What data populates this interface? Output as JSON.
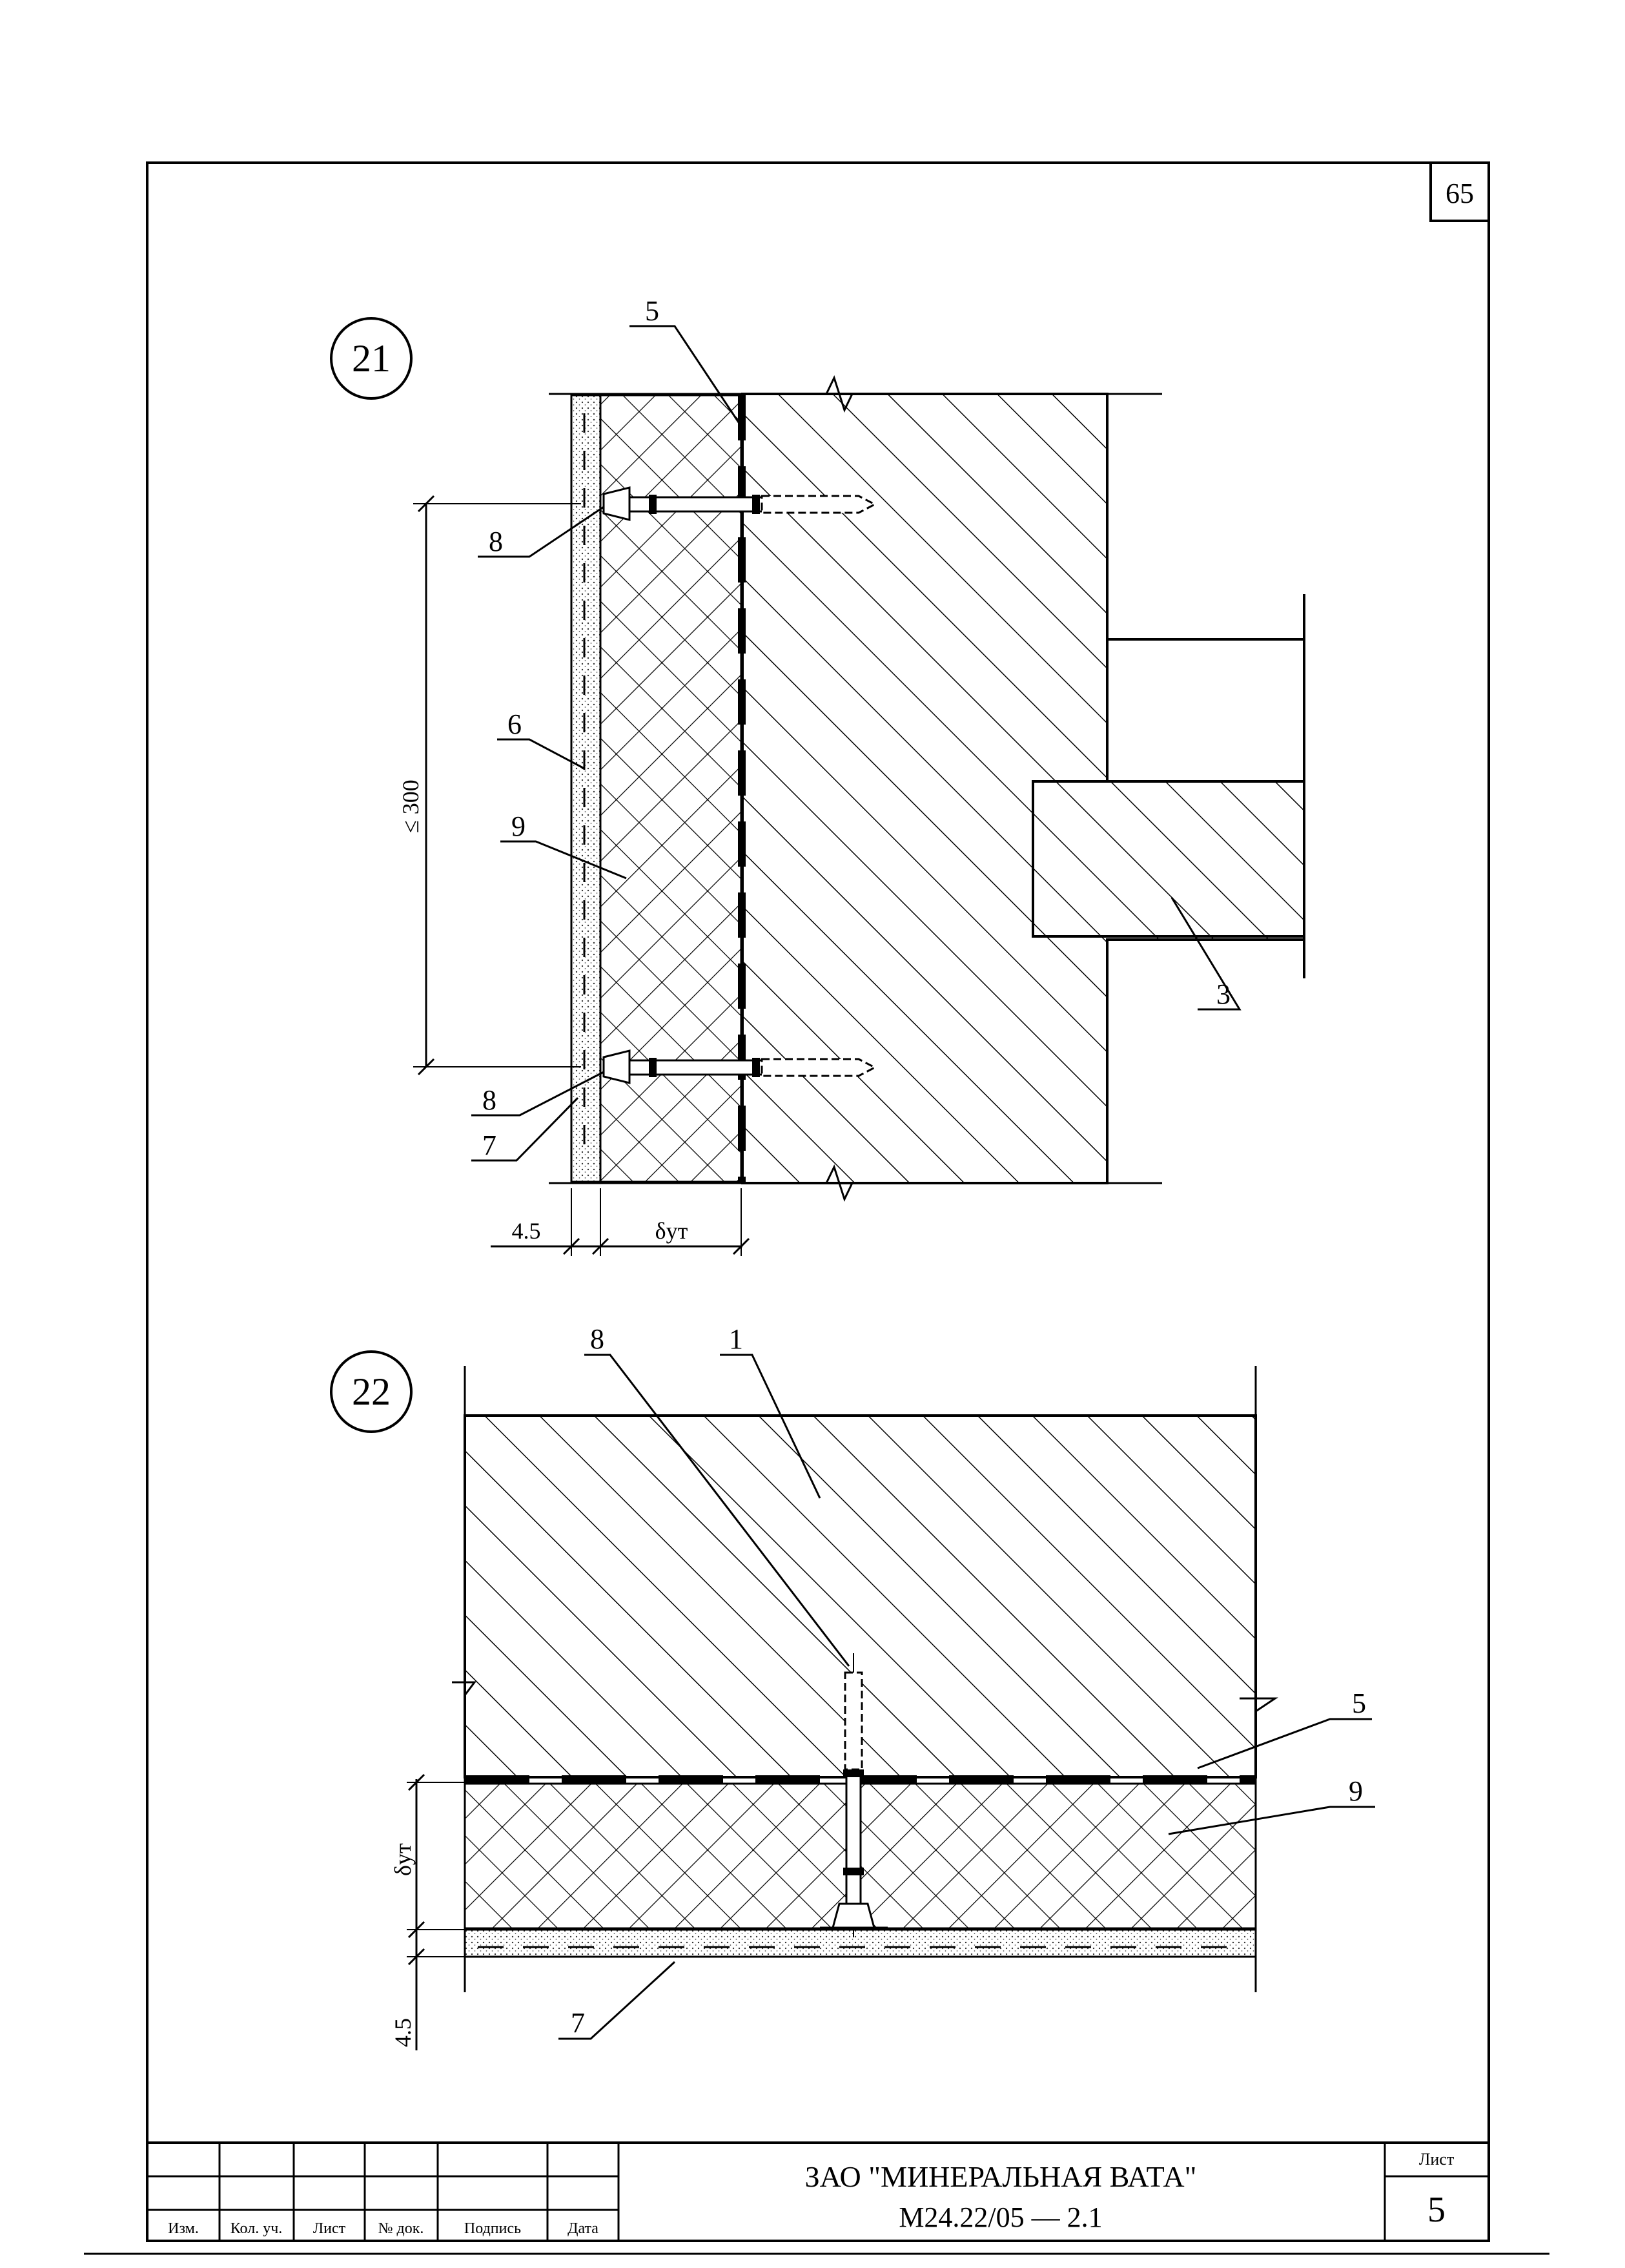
{
  "sheet": {
    "number": "65"
  },
  "details": [
    {
      "id": "21",
      "labels": {
        "membrane": "5",
        "anchor_top": "8",
        "mesh": "6",
        "insulation": "9",
        "anchor_bottom": "8",
        "render": "7",
        "slab": "3"
      },
      "dimensions": {
        "spacing": "≤ 300",
        "render_thickness": "4.5",
        "insulation_thickness": "δут"
      }
    },
    {
      "id": "22",
      "labels": {
        "anchor": "8",
        "wall": "1",
        "membrane": "5",
        "insulation": "9",
        "render": "7"
      },
      "dimensions": {
        "insulation_thickness": "δут",
        "render_thickness": "4.5"
      }
    }
  ],
  "title_block": {
    "headers": [
      "Изм.",
      "Кол. уч.",
      "Лист",
      "№ док.",
      "Подпись",
      "Дата"
    ],
    "organization": "ЗАО \"МИНЕРАЛЬНАЯ ВАТА\"",
    "document_code": "М24.22/05  — 2.1",
    "sheet_label": "Лист",
    "sheet_value": "5"
  }
}
